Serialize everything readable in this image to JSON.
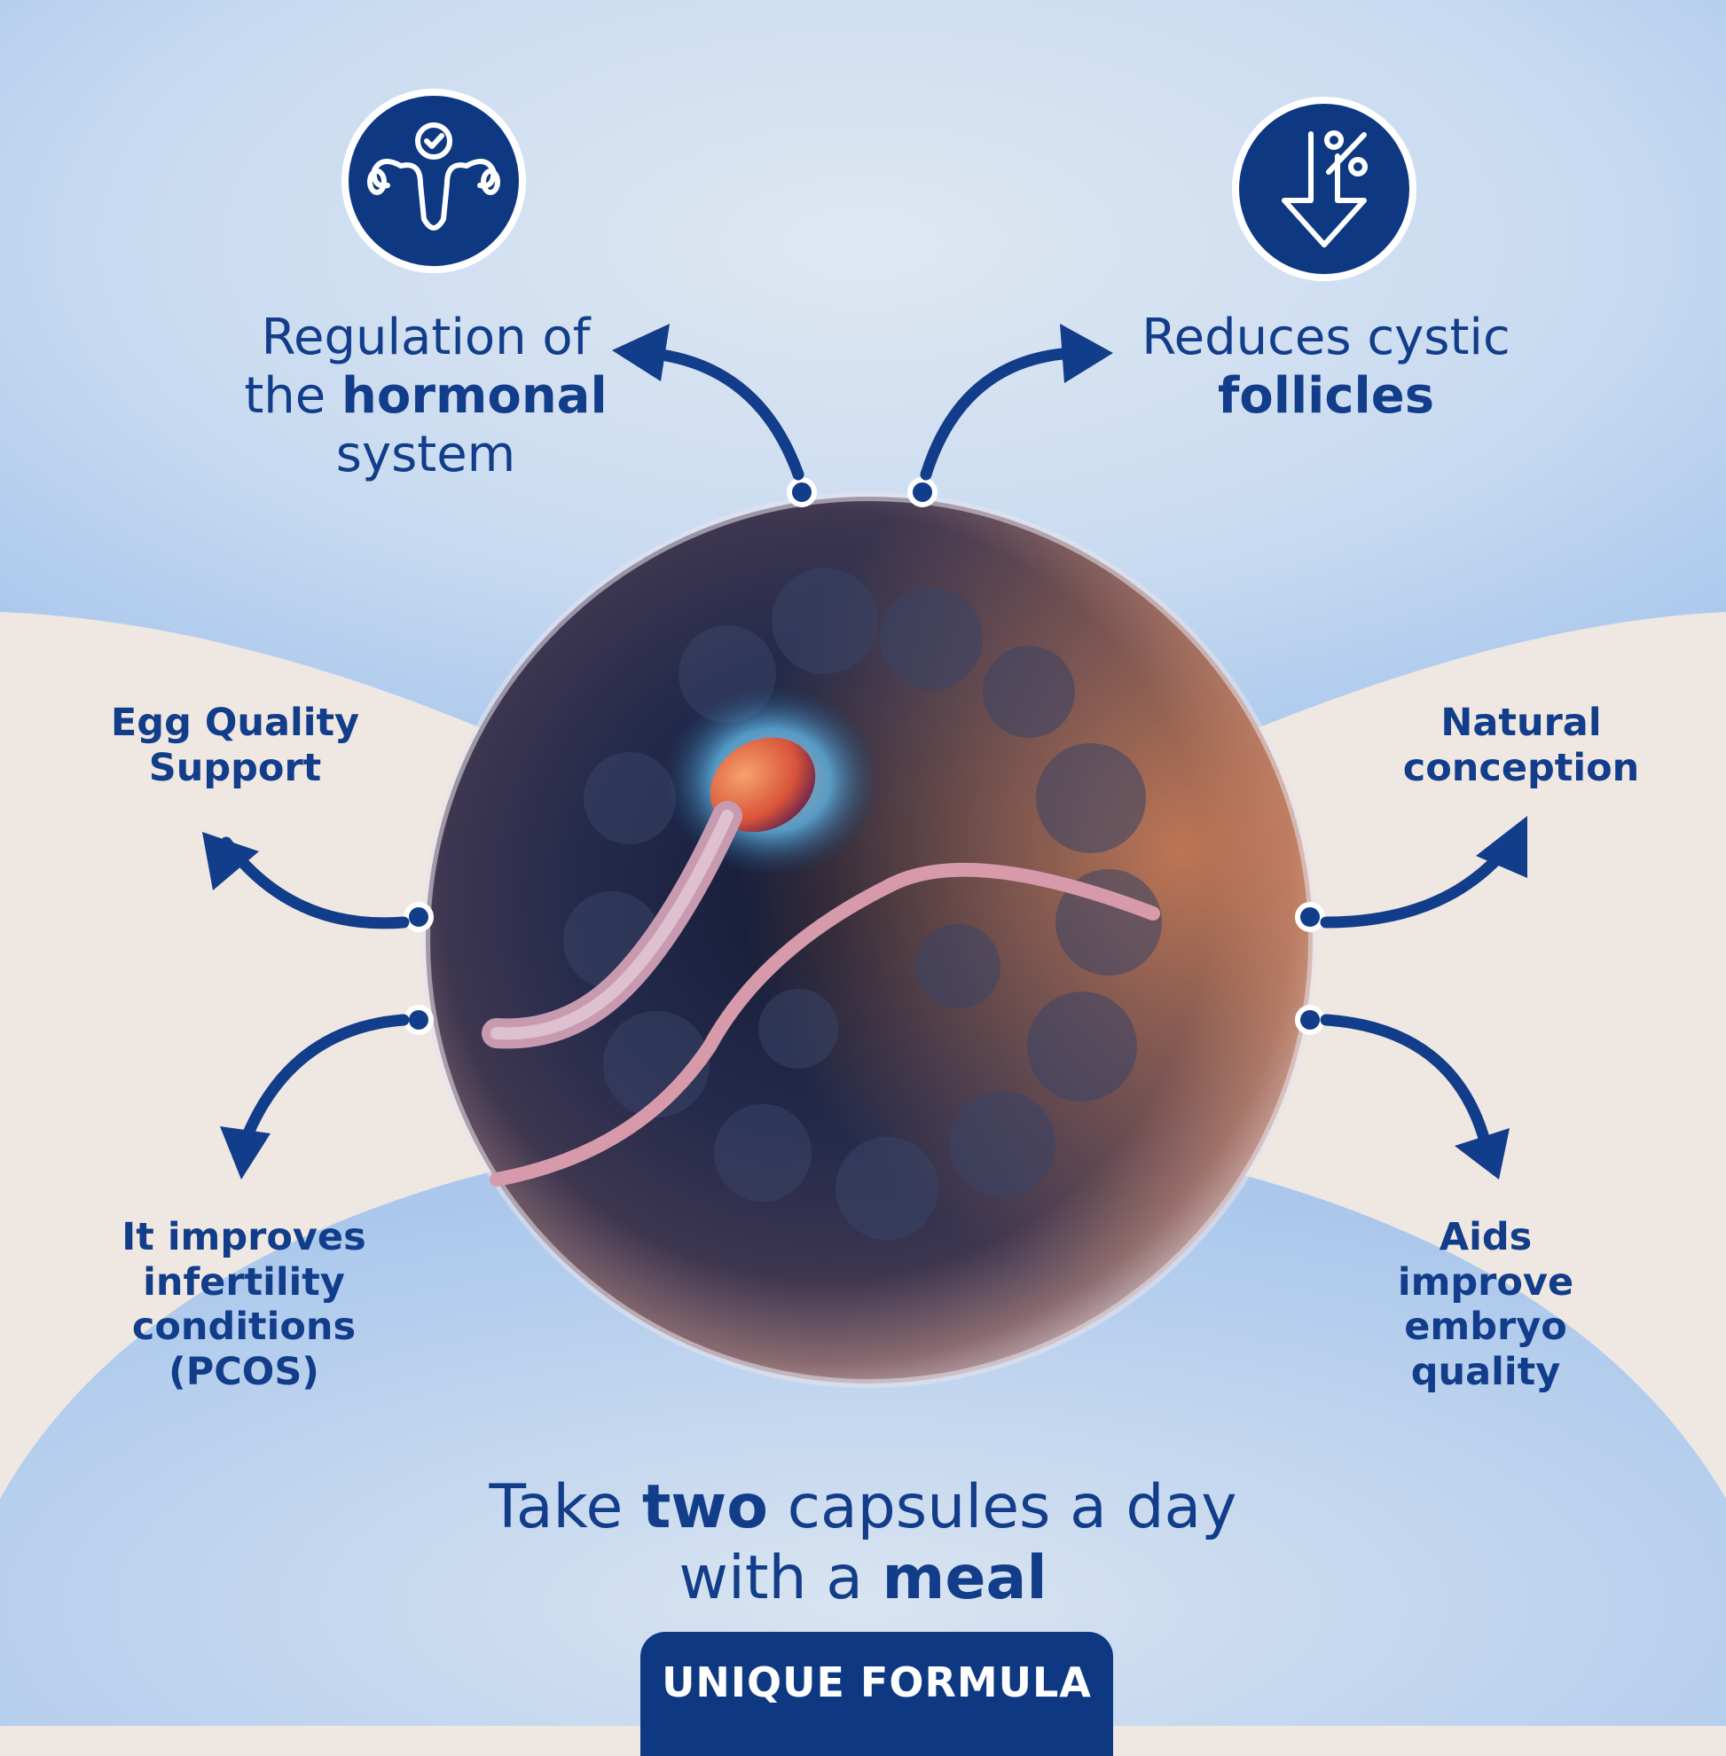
{
  "benefits": {
    "hormonal": {
      "l1": "Regulation of",
      "l2a": "the ",
      "l2b": "hormonal",
      "l3": "system"
    },
    "cystic": {
      "l1": "Reduces cystic",
      "l2": "follicles"
    },
    "egg": {
      "l1": "Egg Quality",
      "l2": "Support"
    },
    "conception": {
      "l1": "Natural",
      "l2": "conception"
    },
    "infertility": {
      "l1": "It improves",
      "l2": "infertility",
      "l3": "conditions",
      "l4": "(PCOS)"
    },
    "embryo": {
      "l1": "Aids improve",
      "l2": "embryo",
      "l3": "quality"
    }
  },
  "dosage": {
    "l1a": "Take ",
    "l1b": "two",
    "l1c": " capsules a day",
    "l2a": "with a ",
    "l2b": "meal"
  },
  "badge": {
    "label": "UNIQUE FORMULA"
  },
  "icons": {
    "hormonal": "uterus-check-icon",
    "cystic": "down-arrow-percent-icon"
  },
  "colors": {
    "navy": "#123d8a",
    "light_blue": "#b5cfee",
    "cream": "#efe7e2"
  }
}
